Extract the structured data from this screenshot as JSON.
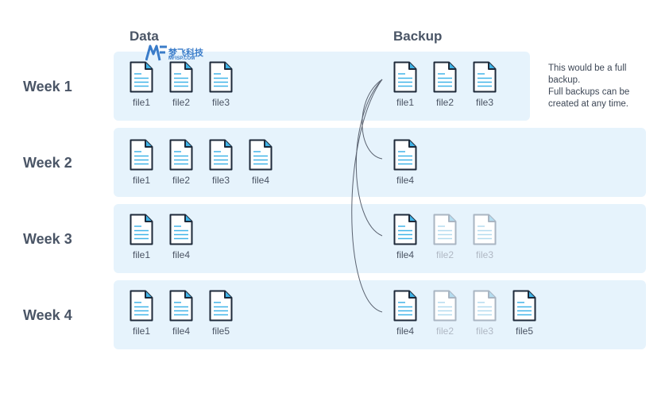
{
  "headers": {
    "data": "Data",
    "backup": "Backup"
  },
  "logo": {
    "text": "梦飞科技",
    "subtext": "MFISP.COM",
    "icon": "mf-logo-icon"
  },
  "weeks": [
    {
      "label": "Week 1",
      "data_files": [
        "file1",
        "file2",
        "file3"
      ],
      "backup_files": [
        {
          "name": "file1",
          "faded": false
        },
        {
          "name": "file2",
          "faded": false
        },
        {
          "name": "file3",
          "faded": false
        }
      ]
    },
    {
      "label": "Week 2",
      "data_files": [
        "file1",
        "file2",
        "file3",
        "file4"
      ],
      "backup_files": [
        {
          "name": "file4",
          "faded": false
        }
      ]
    },
    {
      "label": "Week 3",
      "data_files": [
        "file1",
        "file4"
      ],
      "backup_files": [
        {
          "name": "file4",
          "faded": false
        },
        {
          "name": "file2",
          "faded": true
        },
        {
          "name": "file3",
          "faded": true
        }
      ]
    },
    {
      "label": "Week 4",
      "data_files": [
        "file1",
        "file4",
        "file5"
      ],
      "backup_files": [
        {
          "name": "file4",
          "faded": false
        },
        {
          "name": "file2",
          "faded": true
        },
        {
          "name": "file3",
          "faded": true
        },
        {
          "name": "file5",
          "faded": false
        }
      ]
    }
  ],
  "note": {
    "line1": "This would be a full",
    "line2": "backup.",
    "line3": "Full backups can be",
    "line4": "created at any time."
  },
  "colors": {
    "row_bg": "#e6f3fc",
    "icon_outline": "#1e2a3a",
    "icon_lines": "#40b4e8",
    "faded_outline": "#a9b5c2",
    "faded_lines": "#b4dcef",
    "connector": "#5a6270"
  }
}
